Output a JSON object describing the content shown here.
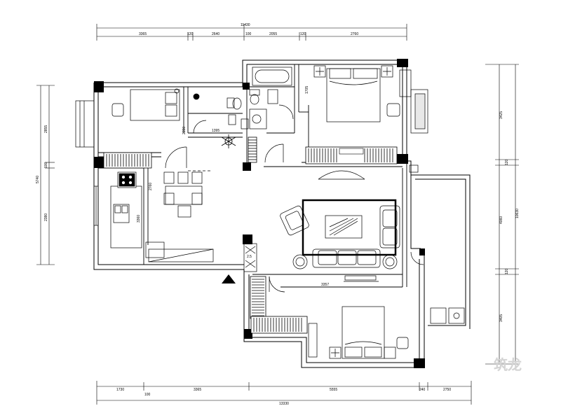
{
  "drawing": {
    "line_color": "#000000",
    "background": "#ffffff",
    "wall_fill": "#000000",
    "hatch_color": "#000000",
    "watermark_color": "#d4d4d4"
  },
  "dimensions": {
    "top_overall": "11430",
    "top_segments": [
      "3365",
      "120",
      "2640",
      "2055",
      "120",
      "2760"
    ],
    "top_label_2": "100",
    "bottom_overall": "13330",
    "bottom_segments": [
      "1730",
      "3365",
      "5555",
      "240",
      "2750"
    ],
    "bottom_label_2": "100",
    "left_overall": "5740",
    "left_segments": [
      "2855",
      "100",
      "2380"
    ],
    "right_overall": "10630",
    "right_segments": [
      "3425",
      "120",
      "4060",
      "120",
      "3405"
    ],
    "inner_labels": [
      "2390",
      "1395",
      "3360",
      "1705",
      "2760",
      "3357",
      "2.5"
    ]
  },
  "watermark": {
    "text": "筑龙"
  },
  "icons": [
    "entrance-arrow-icon",
    "plant-icon",
    "bathtub-icon",
    "toilet-icon",
    "sink-icon",
    "bed-icon",
    "sofa-icon",
    "armchair-icon",
    "dining-table-icon",
    "stove-icon",
    "tv-icon"
  ]
}
